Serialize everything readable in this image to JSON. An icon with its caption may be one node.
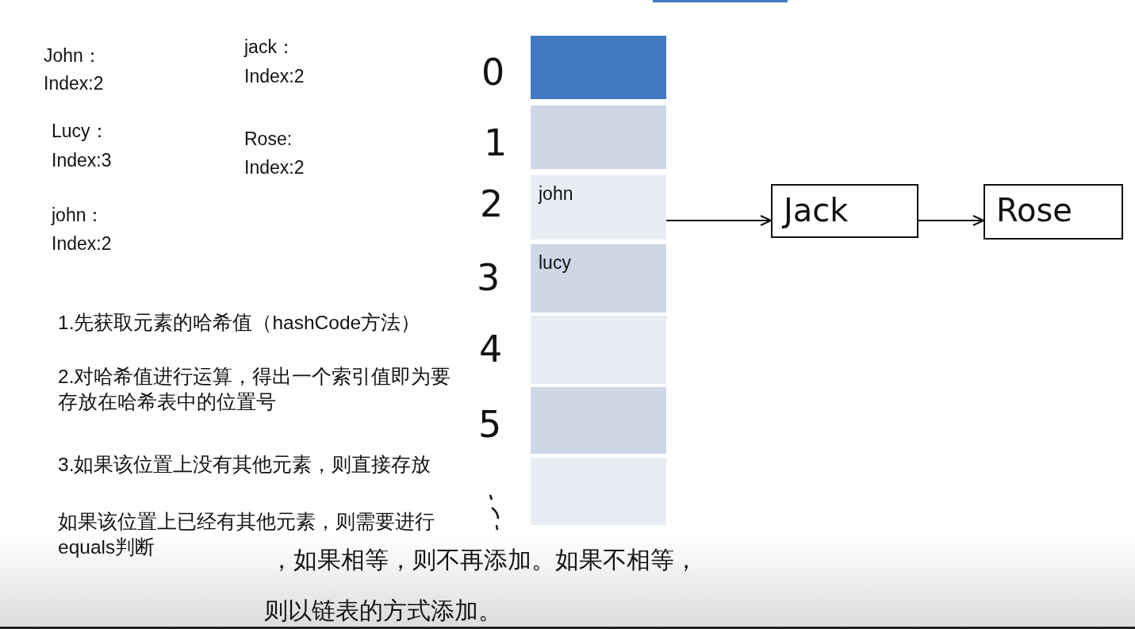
{
  "diagram": {
    "nodes": [
      {
        "text": [],
        "shape": "box"
      },
      {
        "text": [],
        "shape": "box"
      },
      {
        "text": [
          "john"
        ]
      },
      {
        "text": [
          "lucy"
        ]
      },
      {
        "text": [],
        "shape": "box"
      },
      {
        "text": [],
        "shape": "box"
      },
      {
        "text": [],
        "shape": "box"
      },
      {
        "text": [
          "Jack"
        ]
      },
      {
        "text": [
          "Rose"
        ]
      }
    ],
    "edges": [
      {
        "from": 2,
        "to": 7,
        "arrow": "to"
      },
      {
        "from": 7,
        "to": 8,
        "arrow": "to"
      }
    ],
    "labels": [
      "John：",
      "Index:2",
      "jack：",
      "Index:2",
      "Lucy：",
      "Index:3",
      "Rose:",
      "Index:2",
      "john：",
      "Index:2",
      "0",
      "1",
      "2",
      "3",
      "4",
      "5",
      "1.先获取元素的哈希值（hashCode方法）",
      "2.对哈希值进行运算，得出一个索引值即为要存放在哈希表中的位置号",
      "3.如果该位置上没有其他元素，则直接存放",
      "如果该位置上已经有其他元素，则需要进行equals判断",
      "，如果相等，则不再添加。如果不相等，",
      "则以链表的方式添加。"
    ]
  }
}
